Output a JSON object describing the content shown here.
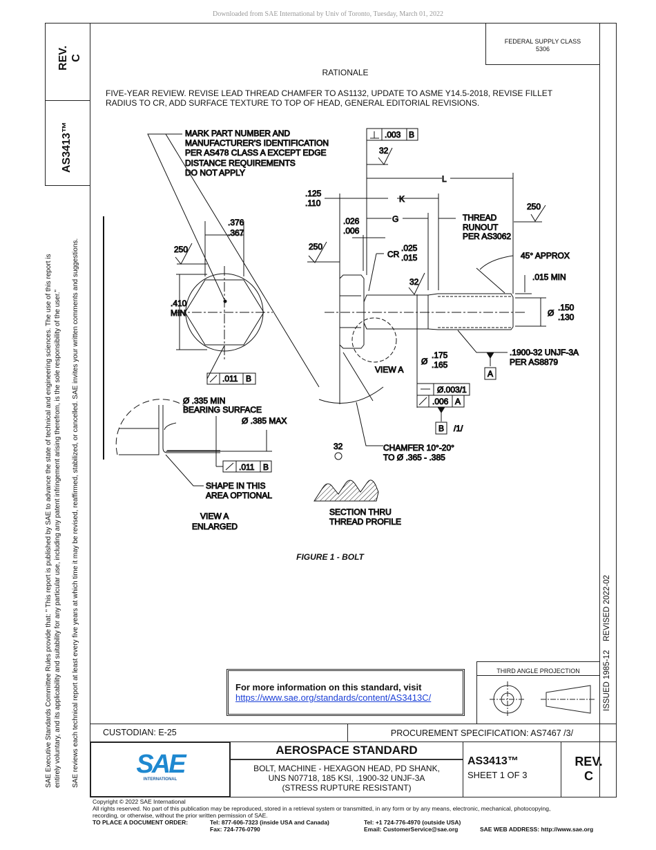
{
  "download_notice": "Downloaded from SAE International by Univ of Toronto, Tuesday, March 01, 2022",
  "left_block": {
    "rev_label": "REV.",
    "rev_value": "C",
    "doc_number": "AS3413™"
  },
  "side_notice": {
    "line1": "SAE Executive Standards Committee Rules provide that: \"  This report is published by SAE to advance the state of technical and engineering sciences. The use of this report is",
    "line2": "entirely voluntary, and its applicability and suitability for any particular use, including any patent infringement arising therefrom, is the sole responsibility of the user.\"",
    "line3": "SAE reviews each technical report at least every five years at which time it may be revised, reaffirmed, stabilized, or cancelled. SAE invites your written comments and suggestions."
  },
  "right_strip": {
    "issued": "ISSUED 1985-12",
    "revised": "REVISED 2022-02"
  },
  "federal_supply": {
    "label": "FEDERAL SUPPLY CLASS",
    "value": "5306"
  },
  "rationale": {
    "title": "RATIONALE",
    "text_line1": "FIVE-YEAR REVIEW. REVISE LEAD THREAD CHAMFER TO AS1132, UPDATE TO ASME Y14.5-2018, REVISE FILLET",
    "text_line2": "RADIUS TO CR, ADD SURFACE TEXTURE TO TOP OF HEAD, GENERAL EDITORIAL REVISIONS."
  },
  "drawing": {
    "mark_note": [
      "MARK PART NUMBER AND",
      "MANUFACTURER'S IDENTIFICATION",
      "PER AS478 CLASS A EXCEPT EDGE",
      "DISTANCE REQUIREMENTS",
      "DO NOT APPLY"
    ],
    "across_flats": [
      ".376",
      ".367"
    ],
    "head_finish": "250",
    "across_corners": [
      ".410",
      "MIN"
    ],
    "hex_runout": {
      "value": ".011",
      "datum": "B"
    },
    "perp_frame": {
      "value": ".003",
      "datum": "B"
    },
    "top_finish": "32",
    "dim_L": "L",
    "dim_K": "K",
    "dim_G": "G",
    "head_height": [
      ".125",
      ".110"
    ],
    "washer_thk": [
      ".026",
      ".006"
    ],
    "bearing_finish": "250",
    "cr_label": "CR",
    "cr_values": [
      ".025",
      ".015"
    ],
    "shank_finish": "32",
    "thread_runout": [
      "THREAD",
      "RUNOUT",
      "PER AS3062"
    ],
    "end_finish": "250",
    "chamfer_angle": "45° APPROX",
    "chamfer_min": ".015 MIN",
    "minor_dia_symbol": "Ø",
    "minor_dia": [
      ".150",
      ".130"
    ],
    "thread_spec": [
      ".1900-32 UNJF-3A",
      "PER AS8879"
    ],
    "datum_A": "A",
    "shank_dia_symbol": "Ø",
    "shank_dia": [
      ".175",
      ".165"
    ],
    "view_a": "VIEW A",
    "straightness": {
      "value": "Ø.003/1"
    },
    "shank_runout": {
      "value": ".006",
      "datum": "A"
    },
    "datum_B": "B",
    "datum_B_note": "/1/",
    "bearing_surface": [
      "Ø .335 MIN",
      "BEARING SURFACE"
    ],
    "max_dia": "Ø .385 MAX",
    "bearing_runout": {
      "value": ".011",
      "datum": "B"
    },
    "shape_note": [
      "SHAPE IN THIS",
      "AREA OPTIONAL"
    ],
    "view_a_enlarged": [
      "VIEW A",
      "ENLARGED"
    ],
    "lead_chamfer": [
      "CHAMFER 10°-20°",
      "TO Ø .365 - .385"
    ],
    "thread_finish": "32",
    "section_label": [
      "SECTION THRU",
      "THREAD PROFILE"
    ]
  },
  "figure_caption": "FIGURE 1 - BOLT",
  "info_box": {
    "text": "For more information on this standard, visit",
    "link": "https://www.sae.org/standards/content/AS3413C/"
  },
  "projection": {
    "label": "THIRD ANGLE PROJECTION"
  },
  "custodian": "CUSTODIAN: E-25",
  "procurement": "PROCUREMENT SPECIFICATION: AS7467 /3/",
  "title_block": {
    "logo_text": "SAE",
    "logo_sub": "INTERNATIONAL",
    "heading": "AEROSPACE STANDARD",
    "desc_line1": "BOLT, MACHINE - HEXAGON HEAD, PD SHANK,",
    "desc_line2": "UNS N07718, 185 KSI, .1900-32 UNJF-3A",
    "desc_line3": "(STRESS RUPTURE RESISTANT)",
    "doc_number": "AS3413™",
    "sheet": "SHEET 1 OF 3",
    "rev_label": "REV.",
    "rev_value": "C",
    "logo_color": "#1e88d0"
  },
  "footer": {
    "copyright": "Copyright © 2022 SAE International",
    "rights1": "All rights reserved. No part of this publication may be reproduced, stored in a retrieval system or transmitted, in any form or by any means, electronic, mechanical, photocopying,",
    "rights2": "recording, or otherwise, without the prior written permission of SAE.",
    "order_label": "TO PLACE A DOCUMENT ORDER:",
    "tel_us": "Tel: 877-606-7323 (inside USA and Canada)",
    "fax": "Fax: 724-776-0790",
    "tel_intl": "Tel: +1 724-776-4970 (outside USA)",
    "email": "Email: CustomerService@sae.org",
    "web": "SAE WEB ADDRESS: http://www.sae.org"
  }
}
